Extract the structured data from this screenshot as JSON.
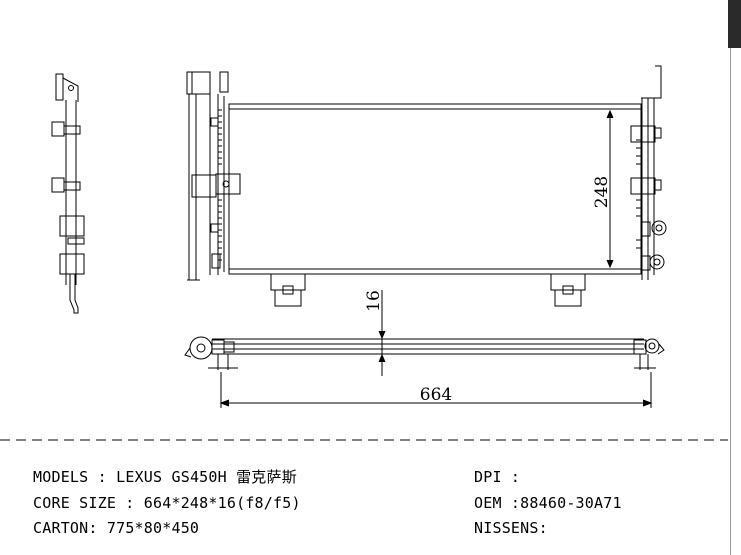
{
  "dimensions": {
    "height": "248",
    "thickness": "16",
    "length": "664"
  },
  "specs": {
    "models_label": "MODELS",
    "models_value": "LEXUS GS450H 雷克萨斯",
    "core_size_label": "CORE SIZE",
    "core_size_value": "664*248*16(f8/f5)",
    "carton_label": "CARTON:",
    "carton_value": "775*80*450",
    "dpi_label": "DPI",
    "dpi_value": "",
    "oem_label": "OEM",
    "oem_value": "88460-30A71",
    "nissens_label": "NISSENS:",
    "nissens_value": ""
  }
}
